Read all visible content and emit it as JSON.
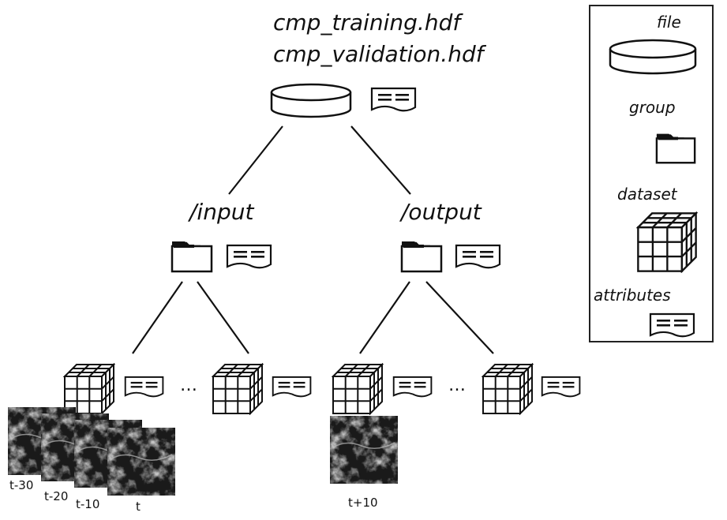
{
  "title": {
    "line1": "cmp_training.hdf",
    "line2": "cmp_validation.hdf"
  },
  "groups": {
    "input": "/input",
    "output": "/output"
  },
  "ellipsis": "…",
  "legend": {
    "file": "file",
    "group": "group",
    "dataset": "dataset",
    "attributes": "attributes"
  },
  "time_labels": {
    "t_minus_30": "t-30",
    "t_minus_20": "t-20",
    "t_minus_10": "t-10",
    "t": "t",
    "t_plus_10": "t+10"
  },
  "icons": [
    "file-icon",
    "group-icon",
    "dataset-icon",
    "attributes-icon"
  ],
  "colors": {
    "stroke": "#111111",
    "image_dark": "#1a1a1a"
  }
}
